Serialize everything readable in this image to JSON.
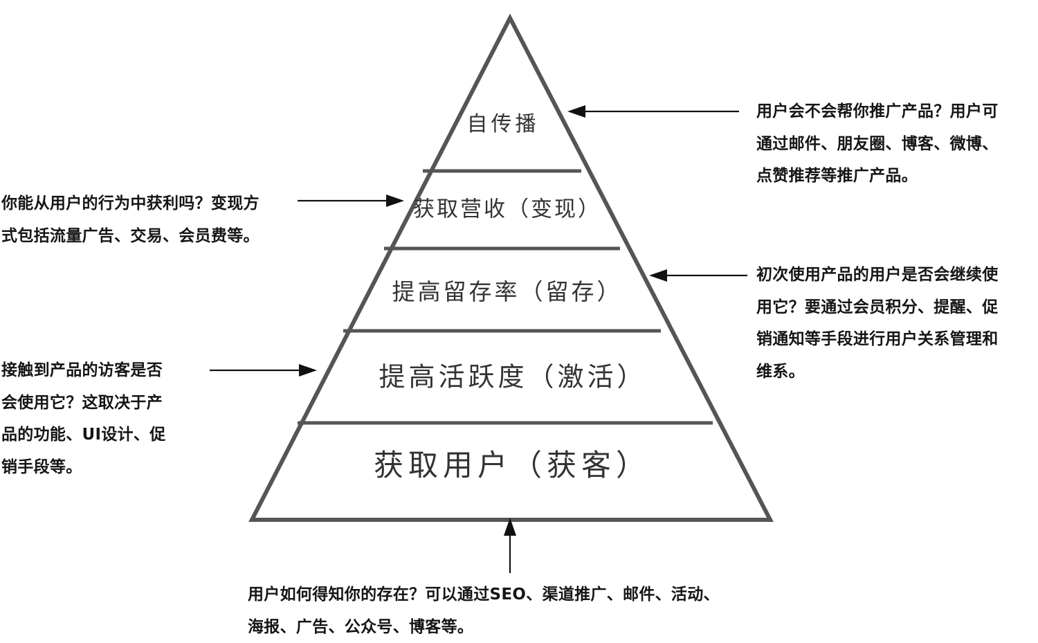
{
  "pyramid": {
    "levels": [
      {
        "label": "自传播"
      },
      {
        "label": "获取营收（变现）"
      },
      {
        "label": "提高留存率（留存）"
      },
      {
        "label": "提高活跃度（激活）"
      },
      {
        "label": "获取用户（获客）"
      }
    ]
  },
  "notes": {
    "referral": [
      "用户会不会帮你推广产品？用户可",
      "通过邮件、朋友圈、博客、微博、",
      "点赞推荐等推广产品。"
    ],
    "revenue": [
      "你能从用户的行为中获利吗？变现方",
      "式包括流量广告、交易、会员费等。"
    ],
    "retention": [
      "初次使用产品的用户是否会继续使",
      "用它？要通过会员积分、提醒、促",
      "销通知等手段进行用户关系管理和",
      "维系。"
    ],
    "activation": [
      "接触到产品的访客是否",
      "会使用它？这取决于产",
      "品的功能、UI设计、促",
      "销手段等。"
    ],
    "acquisition": [
      "用户如何得知你的存在？可以通过SEO、渠道推广、邮件、活动、",
      "海报、广告、公众号、博客等。"
    ]
  }
}
